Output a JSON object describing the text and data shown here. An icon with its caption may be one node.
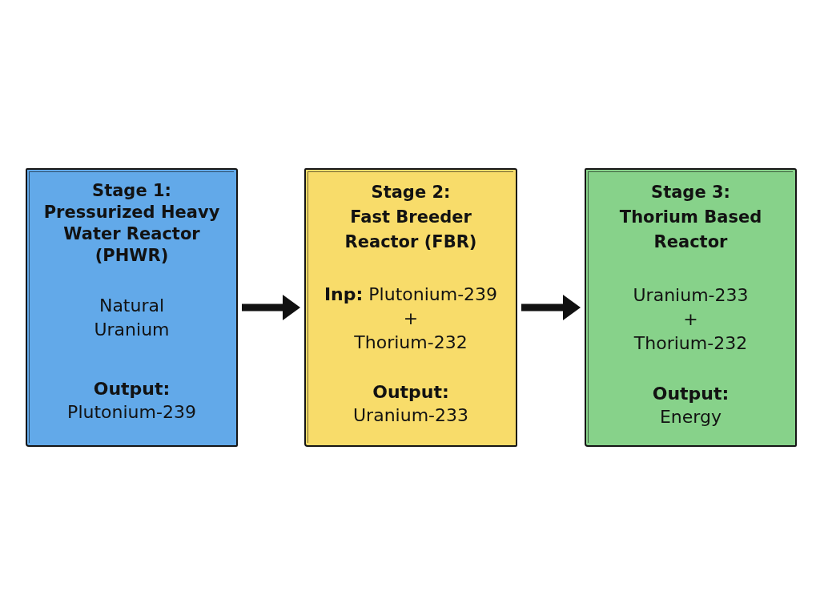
{
  "diagram": {
    "nodes": [
      {
        "text": [
          "Stage 1:",
          "Pressurized Heavy Water Reactor (PHWR)",
          "Natural Uranium",
          "**Output:** Plutonium-239"
        ]
      },
      {
        "text": [
          "Stage 2:",
          "Fast Breeder Reactor (FBR)",
          "**Inp:** Plutonium-239",
          "+",
          "Thorium-232",
          "**Output:** Uranium-233"
        ]
      },
      {
        "text": [
          "Stage 3:",
          "Thorium Based Reactor",
          "Uranium-233",
          "+",
          "Thorium-232",
          "**Output:** Energy"
        ]
      }
    ],
    "edges": [
      {
        "from": 0,
        "to": 1,
        "arrow": "to"
      },
      {
        "from": 1,
        "to": 2,
        "arrow": "to"
      }
    ]
  }
}
